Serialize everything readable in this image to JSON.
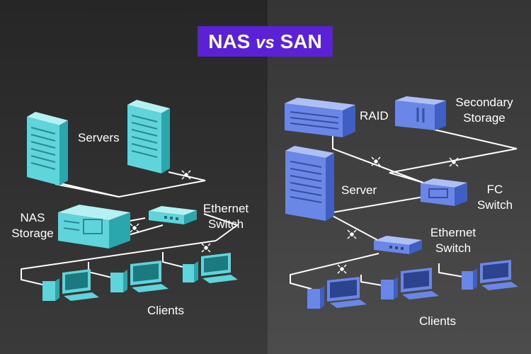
{
  "title": {
    "left": "NAS",
    "vs": "vs",
    "right": "SAN"
  },
  "nas": {
    "servers": "Servers",
    "storage_line1": "NAS",
    "storage_line2": "Storage",
    "switch_line1": "Ethernet",
    "switch_line2": "Switch",
    "clients": "Clients"
  },
  "san": {
    "raid": "RAID",
    "secondary_line1": "Secondary",
    "secondary_line2": "Storage",
    "server": "Server",
    "fc_line1": "FC",
    "fc_line2": "Switch",
    "switch_line1": "Ethernet",
    "switch_line2": "Switch",
    "clients": "Clients"
  },
  "colors": {
    "left_bg": "#3a3a3a",
    "right_bg": "#4a4a4a",
    "nas_device": "#5fd4da",
    "san_device": "#6a86e6",
    "title_badge": "#5b21d6",
    "wire": "#ffffff"
  }
}
